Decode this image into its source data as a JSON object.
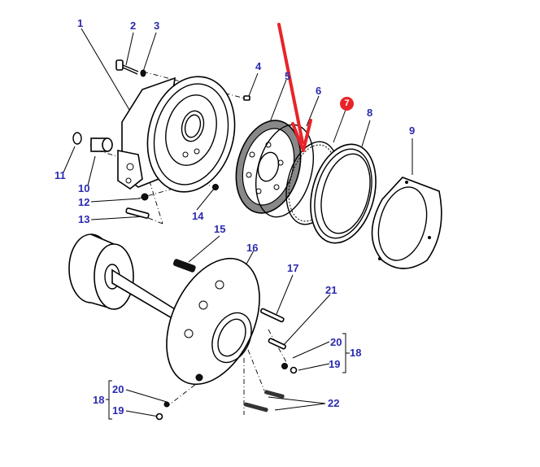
{
  "diagram": {
    "type": "exploded-parts-diagram",
    "subject": "Hydraulic pump / PTO brake assembly",
    "highlight_color": "#e8242a",
    "label_color": "#2b2bb0",
    "highlighted_part": "7",
    "labels": {
      "p1": "1",
      "p2": "2",
      "p3": "3",
      "p4": "4",
      "p5": "5",
      "p6": "6",
      "p7": "7",
      "p8": "8",
      "p9": "9",
      "p10": "10",
      "p11": "11",
      "p12": "12",
      "p13": "13",
      "p14": "14",
      "p15": "15",
      "p16": "16",
      "p17": "17",
      "p18a": "18",
      "p19a": "19",
      "p20a": "20",
      "p21": "21",
      "p22": "22",
      "p18b": "18",
      "p19b": "19",
      "p20b": "20"
    }
  }
}
